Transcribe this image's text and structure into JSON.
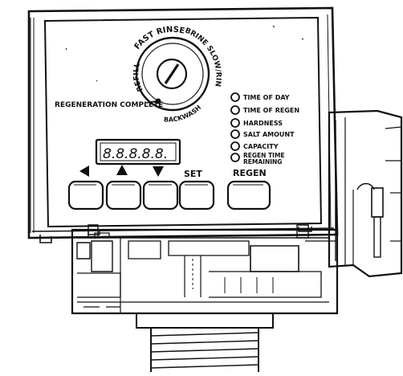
{
  "dial": {
    "positions": [
      "REFILL",
      "FAST RINSE",
      "BRINE SLOW/RINSE",
      "BACKWASH"
    ],
    "regeneration_complete": "REGENERATION COMPLETE"
  },
  "display": {
    "readout": "8.8.8.8.8."
  },
  "indicators": [
    {
      "label": "TIME OF DAY"
    },
    {
      "label": "TIME OF REGEN"
    },
    {
      "label": "HARDNESS"
    },
    {
      "label": "SALT AMOUNT"
    },
    {
      "label": "CAPACITY"
    },
    {
      "label": "REGEN TIME",
      "label2": "REMAINING"
    }
  ],
  "buttons": {
    "left_icon": "left-arrow-icon",
    "up_icon": "up-arrow-icon",
    "down_icon": "down-arrow-icon",
    "set_label": "SET",
    "regen_label": "REGEN"
  }
}
